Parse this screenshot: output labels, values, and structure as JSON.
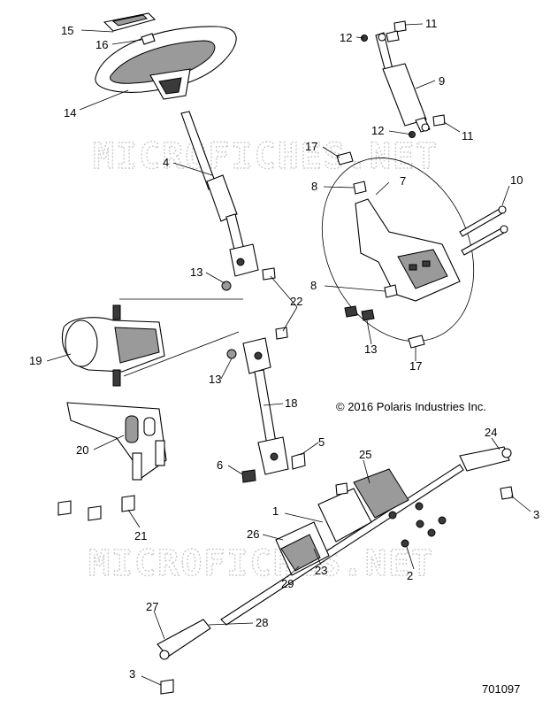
{
  "copyright": "© 2016 Polaris Industries Inc.",
  "diagram_id": "701097",
  "watermark": "MICROFICHES.NET",
  "callouts": [
    {
      "id": "c15",
      "label": "15"
    },
    {
      "id": "c16",
      "label": "16"
    },
    {
      "id": "c14",
      "label": "14"
    },
    {
      "id": "c4",
      "label": "4"
    },
    {
      "id": "c11a",
      "label": "11"
    },
    {
      "id": "c12a",
      "label": "12"
    },
    {
      "id": "c9",
      "label": "9"
    },
    {
      "id": "c12b",
      "label": "12"
    },
    {
      "id": "c11b",
      "label": "11"
    },
    {
      "id": "c17a",
      "label": "17"
    },
    {
      "id": "c8a",
      "label": "8"
    },
    {
      "id": "c7",
      "label": "7"
    },
    {
      "id": "c10",
      "label": "10"
    },
    {
      "id": "c13a",
      "label": "13"
    },
    {
      "id": "c8b",
      "label": "8"
    },
    {
      "id": "c22",
      "label": "22"
    },
    {
      "id": "c13b",
      "label": "13"
    },
    {
      "id": "c17b",
      "label": "17"
    },
    {
      "id": "c19",
      "label": "19"
    },
    {
      "id": "c13c",
      "label": "13"
    },
    {
      "id": "c18",
      "label": "18"
    },
    {
      "id": "c20",
      "label": "20"
    },
    {
      "id": "c5",
      "label": "5"
    },
    {
      "id": "c6",
      "label": "6"
    },
    {
      "id": "c24",
      "label": "24"
    },
    {
      "id": "c25",
      "label": "25"
    },
    {
      "id": "c3a",
      "label": "3"
    },
    {
      "id": "c21",
      "label": "21"
    },
    {
      "id": "c1",
      "label": "1"
    },
    {
      "id": "c26",
      "label": "26"
    },
    {
      "id": "c23",
      "label": "23"
    },
    {
      "id": "c2",
      "label": "2"
    },
    {
      "id": "c29",
      "label": "29"
    },
    {
      "id": "c27",
      "label": "27"
    },
    {
      "id": "c28",
      "label": "28"
    },
    {
      "id": "c3b",
      "label": "3"
    }
  ]
}
